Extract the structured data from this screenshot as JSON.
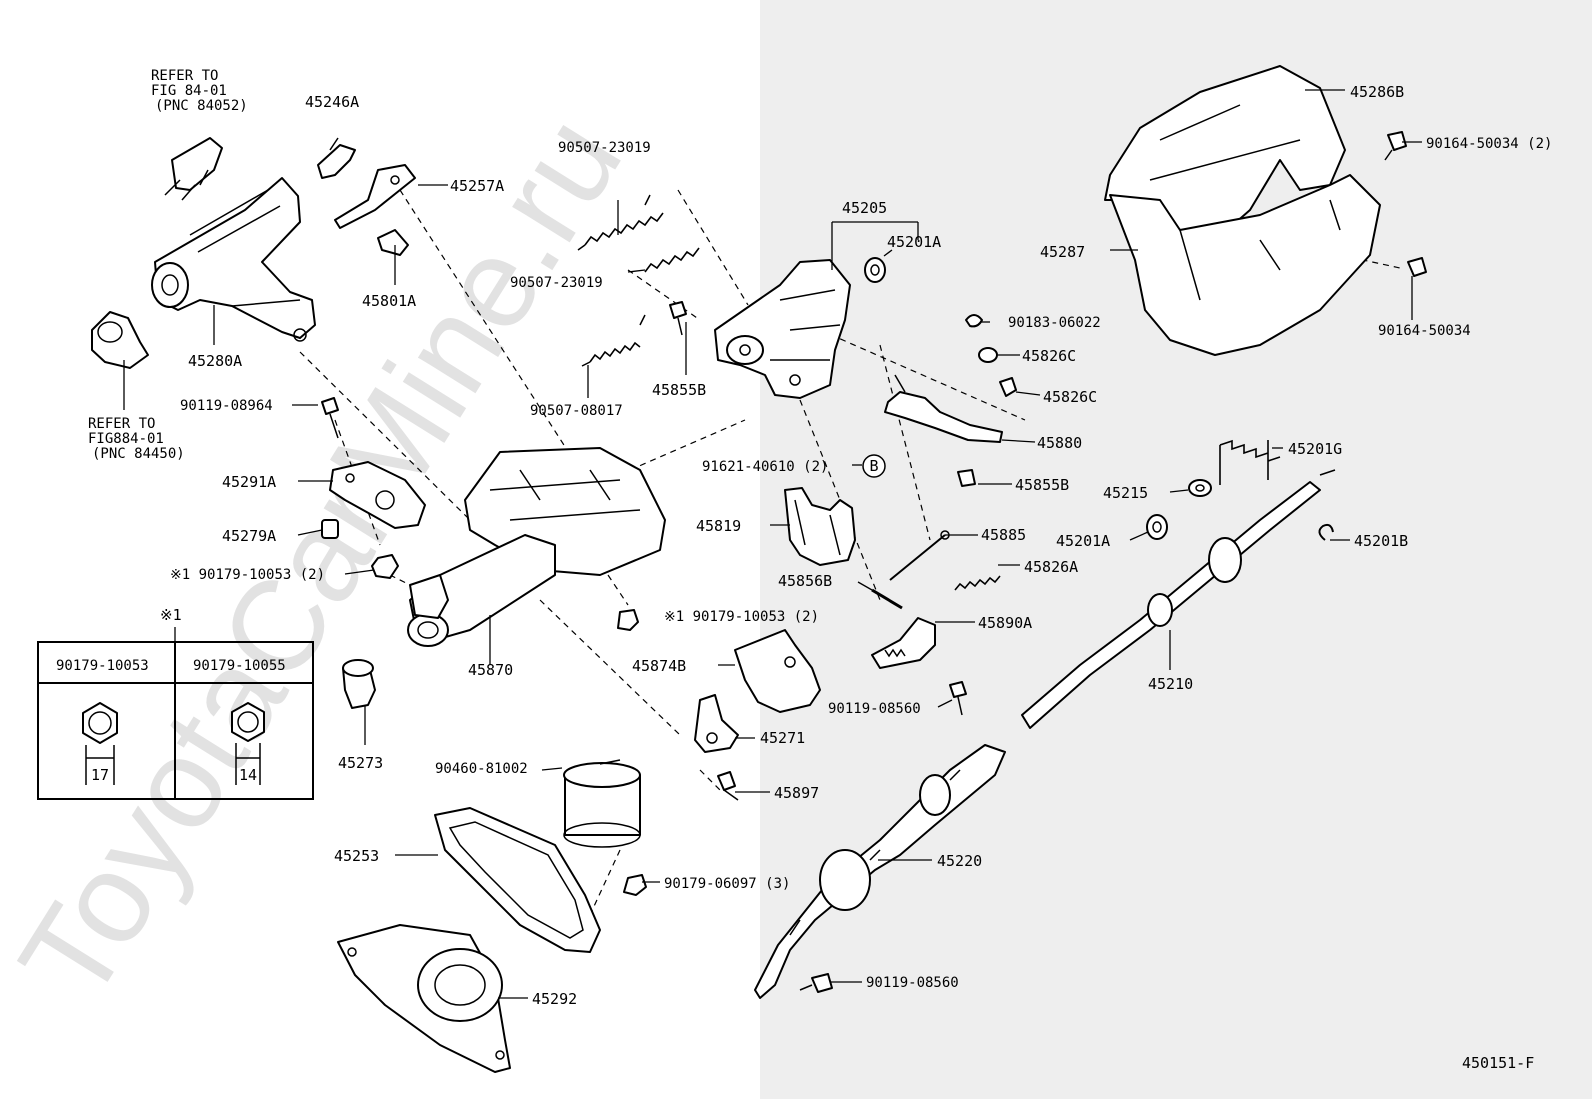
{
  "labels": {
    "refer_top_1": "REFER TO",
    "refer_top_2": "FIG 84-01",
    "refer_top_3": "(PNC 84052)",
    "p45246A": "45246A",
    "p45257A": "45257A",
    "p45801A": "45801A",
    "p45280A": "45280A",
    "refer_bot_1": "REFER TO",
    "refer_bot_2": "FIG884-01",
    "refer_bot_3": "(PNC 84450)",
    "p90119_08964": "90119-08964",
    "p45291A": "45291A",
    "p45279A": "45279A",
    "p90179_10053_note": "※1 90179-10053 (2)",
    "note_mark": "※1",
    "p45870": "45870",
    "p45273": "45273",
    "p90507_23019_a": "90507-23019",
    "p90507_23019_b": "90507-23019",
    "p90507_08017": "90507-08017",
    "p45855B_a": "45855B",
    "p45205": "45205",
    "p45201A_a": "45201A",
    "p90183_06022": "90183-06022",
    "p45826C_a": "45826C",
    "p45826C_b": "45826C",
    "p45880": "45880",
    "p91621_40610": "91621-40610 (2)",
    "callout_b": "B",
    "p45855B_b": "45855B",
    "p45819": "45819",
    "p45885": "45885",
    "p45856B": "45856B",
    "p45826A": "45826A",
    "p90179_10053_b": "※1 90179-10053 (2)",
    "p45890A": "45890A",
    "p45874B": "45874B",
    "p90119_08560_a": "90119-08560",
    "p45271": "45271",
    "p45897": "45897",
    "p90460_81002": "90460-81002",
    "p45253": "45253",
    "p90179_06097": "90179-06097 (3)",
    "p45292": "45292",
    "p45220": "45220",
    "p90119_08560_b": "90119-08560",
    "p45286B": "45286B",
    "p90164_50034_2": "90164-50034 (2)",
    "p45287": "45287",
    "p90164_50034": "90164-50034",
    "p45201G": "45201G",
    "p45215": "45215",
    "p45201A_b": "45201A",
    "p45201B": "45201B",
    "p45210": "45210",
    "fig_code": "450151-F",
    "watermark": "ToyotaCarMine.ru"
  },
  "table": {
    "col1_header": "90179-10053",
    "col2_header": "90179-10055",
    "col1_size": "17",
    "col2_size": "14"
  }
}
